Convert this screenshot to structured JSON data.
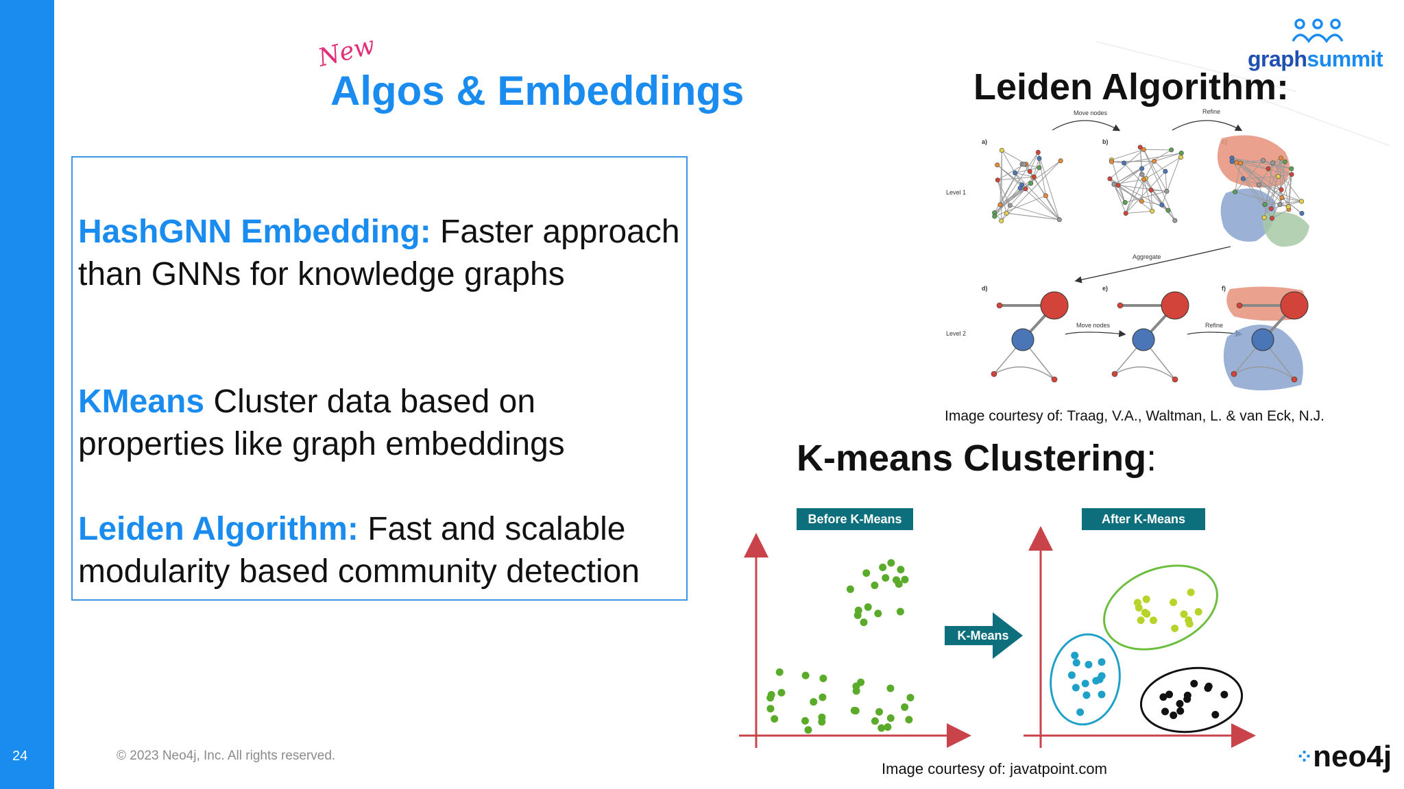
{
  "slide": {
    "number": "24",
    "copyright": "© 2023 Neo4j, Inc. All rights reserved.",
    "new_tag": "New",
    "title": "Algos & Embeddings"
  },
  "logos": {
    "graphsummit_part1": "graph",
    "graphsummit_part2": "summit",
    "neo4j": "neo4j"
  },
  "items": [
    {
      "keyword": "HashGNN Embedding:",
      "text": " Faster approach than GNNs for knowledge graphs"
    },
    {
      "keyword": "KMeans",
      "text": " Cluster data based on properties like graph embeddings"
    },
    {
      "keyword": "Leiden Algorithm:",
      "text": " Fast and scalable modularity based community detection"
    }
  ],
  "leiden": {
    "heading": "Leiden Algorithm:",
    "caption": "Image courtesy of: Traag, V.A., Waltman, L. & van Eck, N.J.",
    "labels": {
      "level1": "Level 1",
      "level2": "Level 2",
      "a": "a)",
      "b": "b)",
      "c": "c)",
      "d": "d)",
      "e": "e)",
      "f": "f)",
      "move_nodes": "Move nodes",
      "refine": "Refine",
      "aggregate": "Aggregate",
      "move_nodes2": "Move nodes",
      "refine2": "Refine"
    }
  },
  "kmeans": {
    "heading": "K-means Clustering",
    "colon": ":",
    "before_label": "Before K-Means",
    "after_label": "After K-Means",
    "arrow_label": "K-Means",
    "caption": "Image courtesy of: javatpoint.com"
  },
  "colors": {
    "accent": "#1a8cf0",
    "new_tag": "#e0307a",
    "cluster_green": "#5aab2a",
    "cluster_yellow": "#b8d42a",
    "cluster_blue": "#1fa0c9",
    "cluster_black": "#111111",
    "axis_red": "#c9444a",
    "label_teal": "#0e6f7c"
  }
}
